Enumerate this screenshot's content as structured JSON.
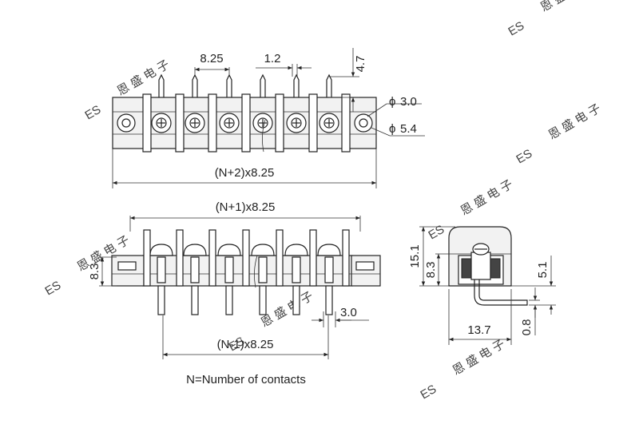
{
  "dimensions": {
    "pitch": "8.25",
    "pin_width": "1.2",
    "pin_height": "4.7",
    "screw_dia": "3.0",
    "head_dia": "5.4",
    "overall_length": "(N+2)x8.25",
    "mount_span": "(N+1)x8.25",
    "pin_span": "(N-1)x8.25",
    "body_height_front": "8.3",
    "pin_offset": "3.0",
    "total_height": "15.1",
    "body_height_side": "8.3",
    "pin_projection": "5.1",
    "pin_thickness": "0.8",
    "depth": "13.7"
  },
  "phi_symbol": "ϕ",
  "legend": "N=Number of contacts",
  "watermark": {
    "logo": "ES",
    "text": "恩 盛 电 子"
  }
}
